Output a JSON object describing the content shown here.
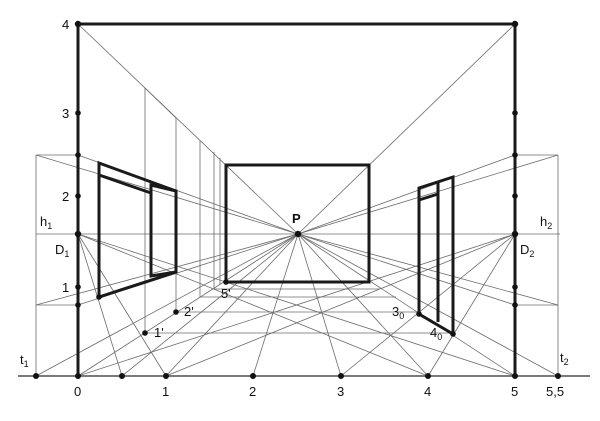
{
  "labels": {
    "p": "P",
    "h1": "h",
    "h1_sub": "1",
    "h2": "h",
    "h2_sub": "2",
    "d1": "D",
    "d1_sub": "1",
    "d2": "D",
    "d2_sub": "2",
    "t1": "t",
    "t1_sub": "1",
    "t2": "t",
    "t2_sub": "2",
    "base": [
      "0",
      "1",
      "2",
      "3",
      "4",
      "5",
      "5,5"
    ],
    "left_scale": [
      "1",
      "2",
      "3",
      "4"
    ],
    "primes": [
      "1'",
      "2'",
      "5'"
    ],
    "three0": "3",
    "three0_sub": "0",
    "four0": "4",
    "four0_sub": "0"
  },
  "colors": {
    "ink": "#111111",
    "construction": "#6b6b6b"
  }
}
